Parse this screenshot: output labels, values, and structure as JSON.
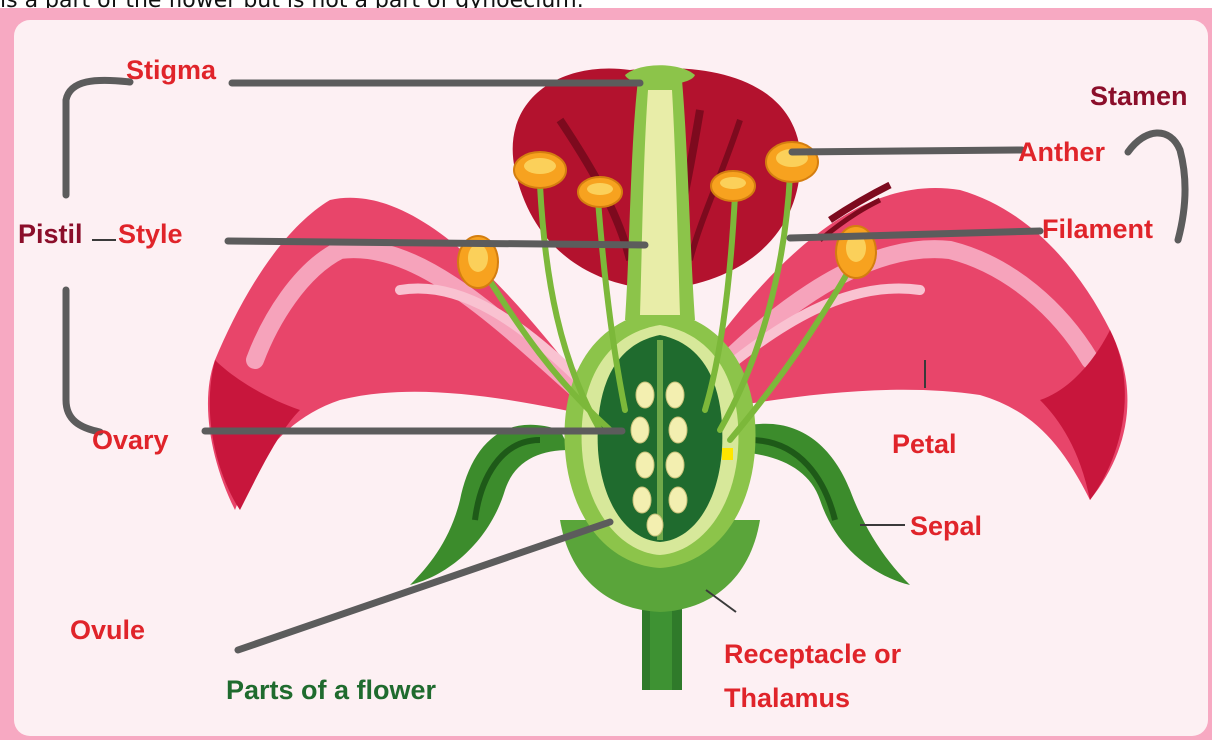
{
  "question_text": "is a part of the flower but is not a part of gynoecium.",
  "colors": {
    "frame": "#f7a9c2",
    "card": "#fdf0f3",
    "label_red": "#e0242a",
    "label_maroon": "#8b0e2a",
    "label_green": "#1f6b2e"
  },
  "labels": {
    "stigma": "Stigma",
    "style": "Style",
    "pistil": "Pistil",
    "ovary": "Ovary",
    "ovule": "Ovule",
    "stamen": "Stamen",
    "anther": "Anther",
    "filament": "Filament",
    "petal": "Petal",
    "sepal": "Sepal",
    "receptacle_line1": "Receptacle or",
    "receptacle_line2": "Thalamus",
    "title": "Parts of a flower"
  }
}
